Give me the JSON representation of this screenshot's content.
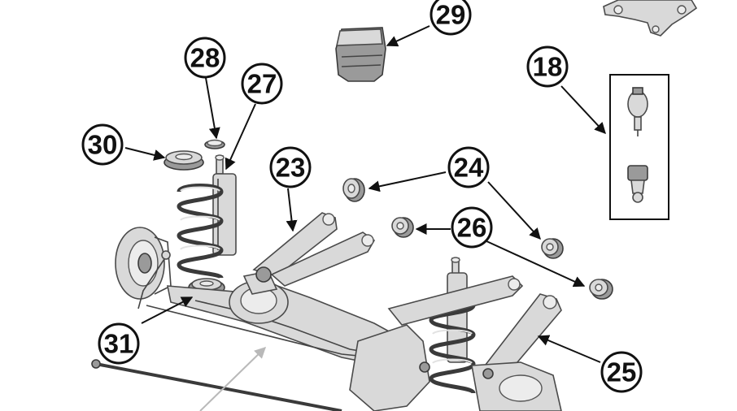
{
  "callouts": {
    "c18": "18",
    "c23": "23",
    "c24": "24",
    "c25": "25",
    "c26": "26",
    "c27": "27",
    "c28": "28",
    "c29": "29",
    "c30": "30",
    "c31": "31"
  },
  "colors": {
    "ink": "#111111",
    "part": "#d9d9d9",
    "part_dark": "#9a9a9a",
    "background": "#ffffff"
  }
}
